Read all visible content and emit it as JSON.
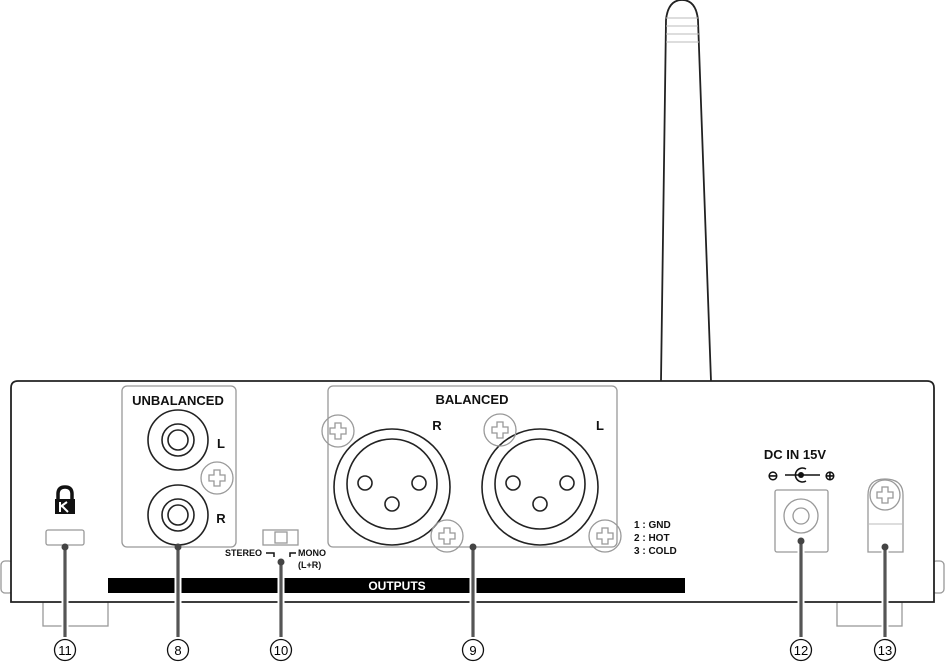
{
  "unbalanced": {
    "title": "UNBALANCED",
    "left": "L",
    "right": "R"
  },
  "balanced": {
    "title": "BALANCED",
    "right": "R",
    "left": "L"
  },
  "pinout": [
    "1 : GND",
    "2 : HOT",
    "3 : COLD"
  ],
  "switch": {
    "stereo": "STEREO",
    "mono": "MONO",
    "mono_sub": "(L+R)"
  },
  "outputs_label": "OUTPUTS",
  "dc_in": {
    "label": "DC IN 15V",
    "minus": "⊖",
    "plus": "⊕"
  },
  "callouts": {
    "kensington": "11",
    "unbalanced": "8",
    "switch": "10",
    "balanced": "9",
    "dc": "12",
    "ground": "13"
  }
}
